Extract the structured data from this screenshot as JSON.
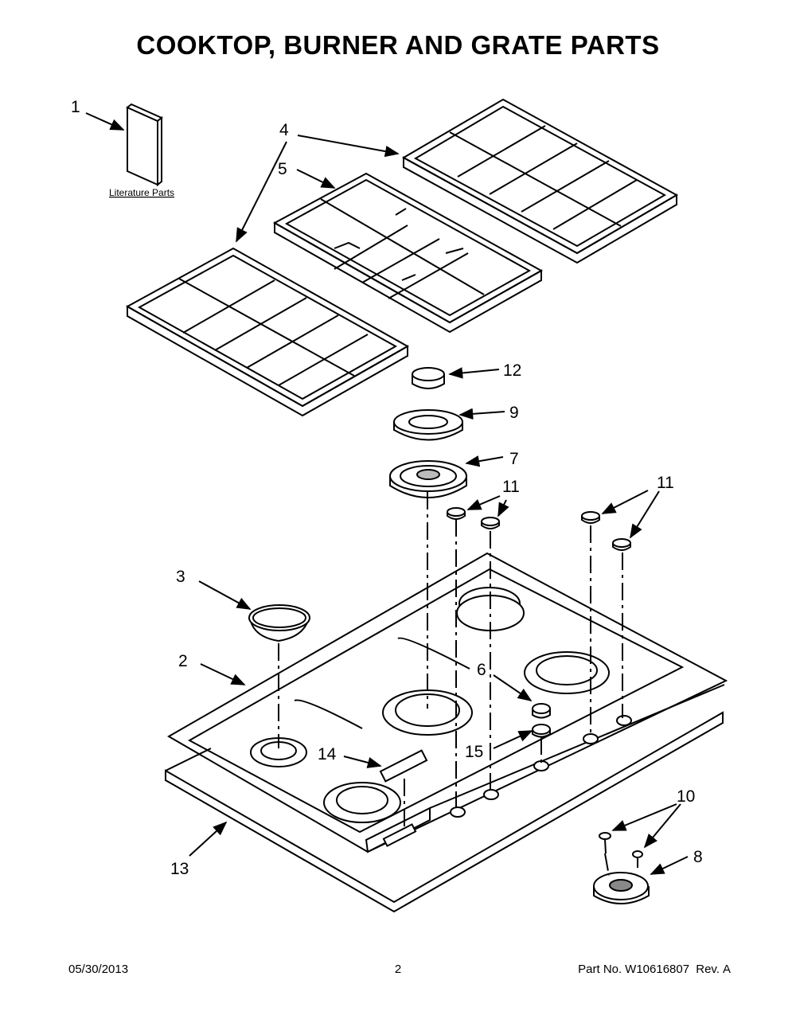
{
  "title": "COOKTOP, BURNER AND GRATE PARTS",
  "literature_label": "Literature Parts",
  "callouts": {
    "c1": "1",
    "c2": "2",
    "c3": "3",
    "c4": "4",
    "c5": "5",
    "c6": "6",
    "c7": "7",
    "c8": "8",
    "c9": "9",
    "c10": "10",
    "c11a": "11",
    "c11b": "11",
    "c12": "12",
    "c13": "13",
    "c14": "14",
    "c15": "15"
  },
  "footer": {
    "date": "05/30/2013",
    "page": "2",
    "part_label": "Part No.",
    "part_number": "W10616807",
    "rev_label": "Rev.",
    "rev": "A"
  }
}
